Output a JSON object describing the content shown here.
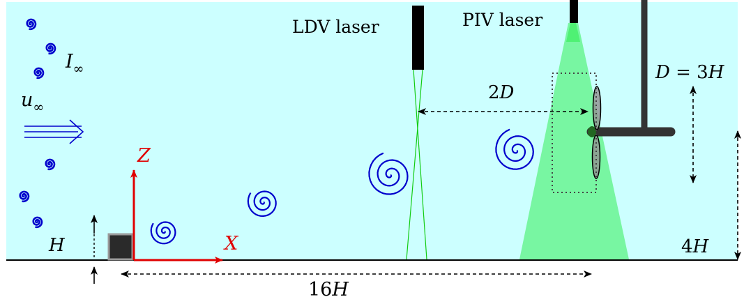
{
  "labels": {
    "ldv": "LDV laser",
    "piv": "PIV laser",
    "i_inf_main": "I",
    "i_inf_sub": "∞",
    "u_inf_main": "u",
    "u_inf_sub": "∞",
    "rotor_d_var": "D",
    "rotor_d_rest": " = 3",
    "rotor_d_unit": "H",
    "spacing_num": "2",
    "spacing_var": "D",
    "h": "H",
    "depth_num": "4",
    "depth_var": "H",
    "dist_num": "16",
    "dist_var": "H",
    "axis_x": "X",
    "axis_z": "Z"
  },
  "colors": {
    "water": "#ccffff",
    "flow": "#0000cc",
    "axes": "#e00000",
    "laser_sheet": "#33ee55",
    "laser_line": "#11cc11",
    "mount": "#333333",
    "obstacle": "#2a2a2a",
    "obstacle_border": "#9a9a9a",
    "blade": "#909090"
  }
}
